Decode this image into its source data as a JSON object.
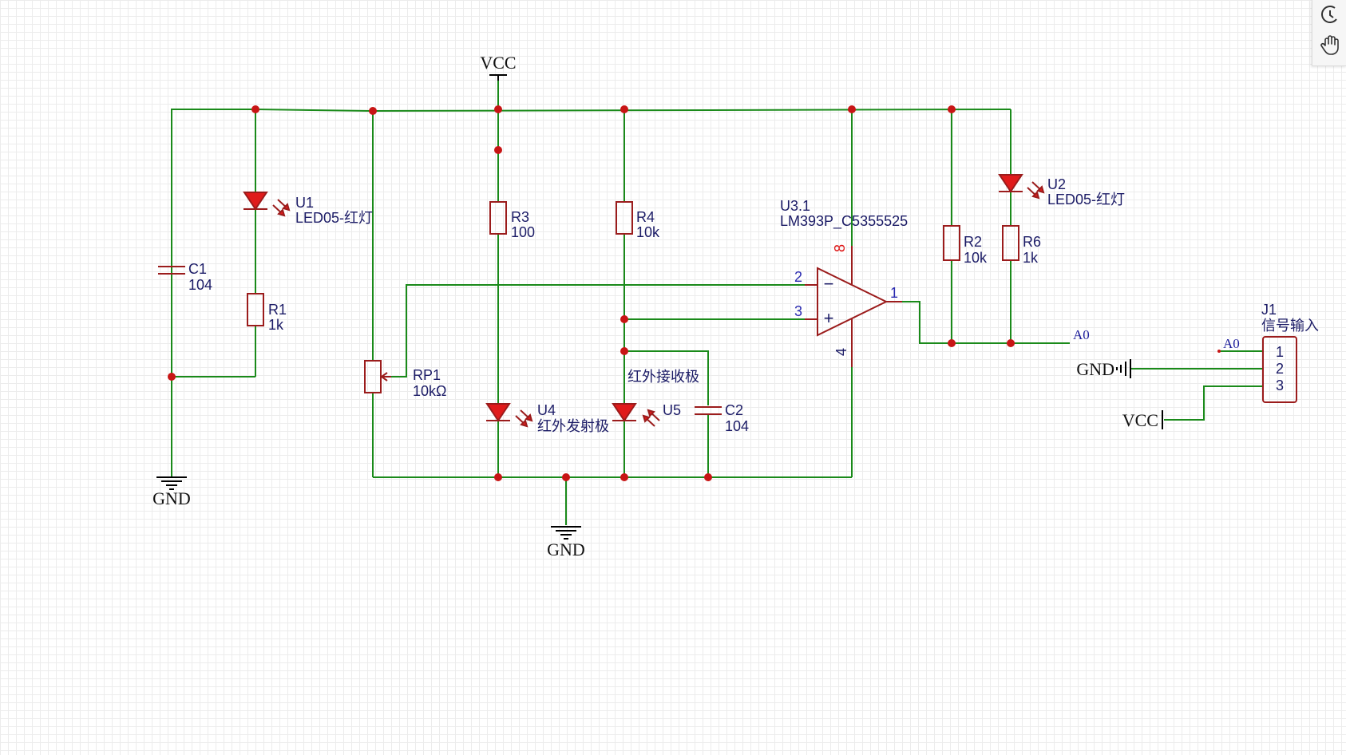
{
  "nets": {
    "vcc_top": "VCC",
    "gnd_left": "GND",
    "gnd_mid": "GND",
    "a0_out": "A0",
    "a0_conn": "A0",
    "gnd_conn": "GND",
    "vcc_conn": "VCC"
  },
  "components": {
    "u1": {
      "ref": "U1",
      "value": "LED05-红灯"
    },
    "u2": {
      "ref": "U2",
      "value": "LED05-红灯"
    },
    "c1": {
      "ref": "C1",
      "value": "104"
    },
    "r1": {
      "ref": "R1",
      "value": "1k"
    },
    "r3": {
      "ref": "R3",
      "value": "100"
    },
    "r4": {
      "ref": "R4",
      "value": "10k"
    },
    "r2": {
      "ref": "R2",
      "value": "10k"
    },
    "r6": {
      "ref": "R6",
      "value": "1k"
    },
    "rp1": {
      "ref": "RP1",
      "value": "10kΩ"
    },
    "u3": {
      "ref": "U3.1",
      "value": "LM393P_C5355525"
    },
    "u4": {
      "ref": "U4",
      "value": "红外发射极"
    },
    "u5": {
      "ref": "U5",
      "value": "红外接收极"
    },
    "c2": {
      "ref": "C2",
      "value": "104"
    },
    "j1": {
      "ref": "J1",
      "value": "信号输入"
    }
  },
  "pins": {
    "u3_in_neg": "2",
    "u3_in_pos": "3",
    "u3_out": "1",
    "u3_vcc": "8",
    "u3_gnd": "4",
    "u3_minus_sign": "−",
    "u3_plus_sign": "+",
    "j1_p1": "1",
    "j1_p2": "2",
    "j1_p3": "3"
  },
  "colors": {
    "wire": "#1a8a1a",
    "symbol": "#9b1c1c",
    "junction": "#c81515",
    "led_fill": "#e01b1b",
    "text": "#1b1b66"
  },
  "toolbar": {
    "tool1_icon": "history-icon",
    "tool2_icon": "hand-pan-icon"
  }
}
